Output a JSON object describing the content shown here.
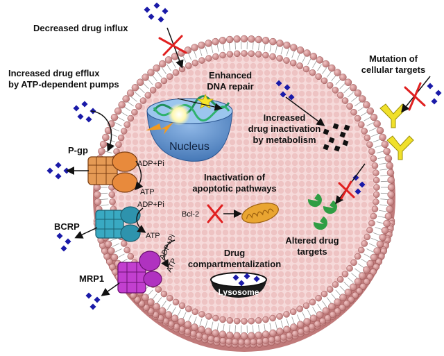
{
  "labels": {
    "decreased_influx": "Decreased drug influx",
    "increased_efflux_1": "Increased drug efflux",
    "increased_efflux_2": "by ATP-dependent pumps",
    "mutation_1": "Mutation of",
    "mutation_2": "cellular targets",
    "dna_repair_1": "Enhanced",
    "dna_repair_2": "DNA repair",
    "nucleus": "Nucleus",
    "inactivation_1": "Increased",
    "inactivation_2": "drug inactivation",
    "inactivation_3": "by metabolism",
    "apoptotic_1": "Inactivation of",
    "apoptotic_2": "apoptotic pathways",
    "bcl2": "Bcl-2",
    "altered_1": "Altered drug",
    "altered_2": "targets",
    "compart_1": "Drug",
    "compart_2": "compartmentalization",
    "lysosome": "Lysosome",
    "pgp": "P-gp",
    "bcrp": "BCRP",
    "mrp1": "MRP1",
    "adp_pi": "ADP+Pi",
    "atp": "ATP"
  },
  "colors": {
    "drug": "#1a1aa8",
    "inhibit": "#e02020",
    "membrane_head": "#c98a8a",
    "cytoplasm": "#f6dcdc",
    "nucleus": "#4a7fc0",
    "pgp": "#e59a55",
    "bcrp": "#39a9c2",
    "mrp1": "#c23fcf",
    "receptor": "#f0e02a",
    "target": "#2f9e44",
    "mito": "#e0a030"
  }
}
